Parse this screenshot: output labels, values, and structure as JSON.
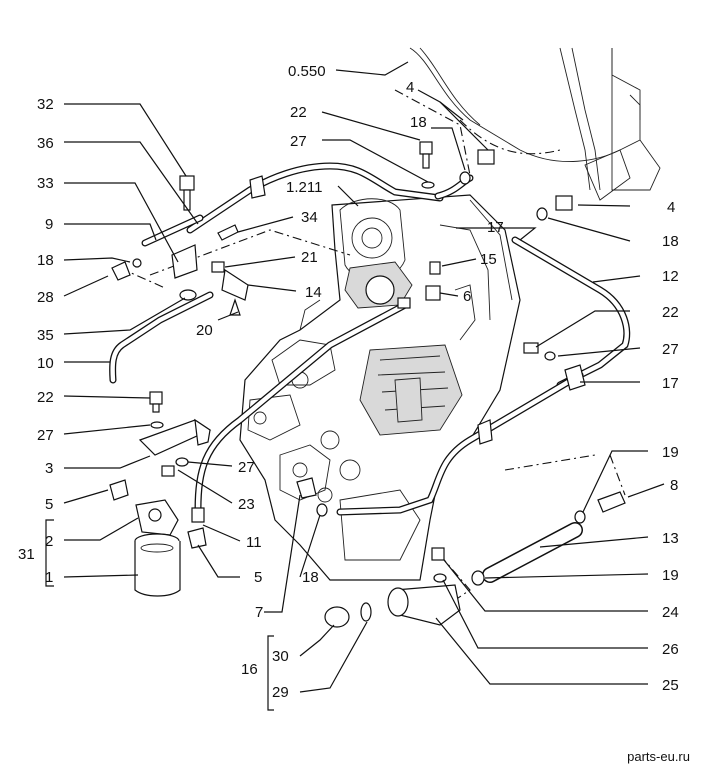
{
  "diagram": {
    "callouts": [
      {
        "id": "0.550",
        "text": "0.550"
      },
      {
        "id": "4a",
        "text": "4"
      },
      {
        "id": "18a",
        "text": "18"
      },
      {
        "id": "32",
        "text": "32"
      },
      {
        "id": "22a",
        "text": "22"
      },
      {
        "id": "36",
        "text": "36"
      },
      {
        "id": "27a",
        "text": "27"
      },
      {
        "id": "1.211",
        "text": "1.211"
      },
      {
        "id": "33",
        "text": "33"
      },
      {
        "id": "4b",
        "text": "4"
      },
      {
        "id": "34",
        "text": "34"
      },
      {
        "id": "17a",
        "text": "17"
      },
      {
        "id": "9",
        "text": "9"
      },
      {
        "id": "18b",
        "text": "18"
      },
      {
        "id": "21",
        "text": "21"
      },
      {
        "id": "15",
        "text": "15"
      },
      {
        "id": "18c",
        "text": "18"
      },
      {
        "id": "12",
        "text": "12"
      },
      {
        "id": "28",
        "text": "28"
      },
      {
        "id": "14",
        "text": "14"
      },
      {
        "id": "6",
        "text": "6"
      },
      {
        "id": "35",
        "text": "35"
      },
      {
        "id": "20",
        "text": "20"
      },
      {
        "id": "22b",
        "text": "22"
      },
      {
        "id": "27b",
        "text": "27"
      },
      {
        "id": "10",
        "text": "10"
      },
      {
        "id": "17b",
        "text": "17"
      },
      {
        "id": "22c",
        "text": "22"
      },
      {
        "id": "27c",
        "text": "27"
      },
      {
        "id": "3",
        "text": "3"
      },
      {
        "id": "27d",
        "text": "27"
      },
      {
        "id": "19a",
        "text": "19"
      },
      {
        "id": "8",
        "text": "8"
      },
      {
        "id": "5a",
        "text": "5"
      },
      {
        "id": "23",
        "text": "23"
      },
      {
        "id": "31",
        "text": "31"
      },
      {
        "id": "2",
        "text": "2"
      },
      {
        "id": "11",
        "text": "11"
      },
      {
        "id": "13",
        "text": "13"
      },
      {
        "id": "1",
        "text": "1"
      },
      {
        "id": "5b",
        "text": "5"
      },
      {
        "id": "18d",
        "text": "18"
      },
      {
        "id": "19b",
        "text": "19"
      },
      {
        "id": "7",
        "text": "7"
      },
      {
        "id": "24",
        "text": "24"
      },
      {
        "id": "26",
        "text": "26"
      },
      {
        "id": "16",
        "text": "16"
      },
      {
        "id": "30",
        "text": "30"
      },
      {
        "id": "25",
        "text": "25"
      },
      {
        "id": "29",
        "text": "29"
      }
    ]
  },
  "watermark": "parts-eu.ru"
}
